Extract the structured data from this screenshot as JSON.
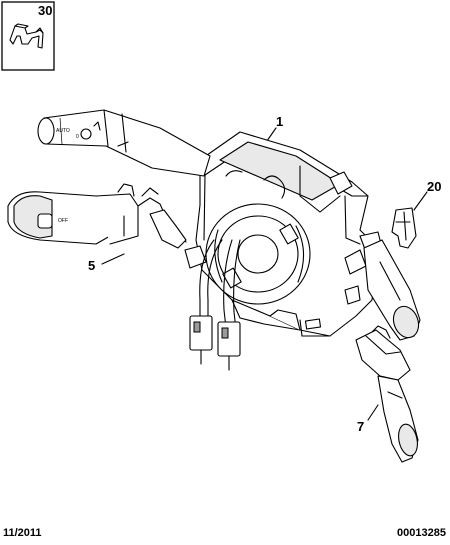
{
  "inset": {
    "ref": "30"
  },
  "callouts": [
    {
      "id": "1",
      "label": "1"
    },
    {
      "id": "5",
      "label": "5"
    },
    {
      "id": "7",
      "label": "7"
    },
    {
      "id": "20",
      "label": "20"
    }
  ],
  "lever_labels": {
    "auto": "AUTO",
    "off": "OFF",
    "zero": "0"
  },
  "footer": {
    "date": "11/2011",
    "ref": "00013285"
  }
}
